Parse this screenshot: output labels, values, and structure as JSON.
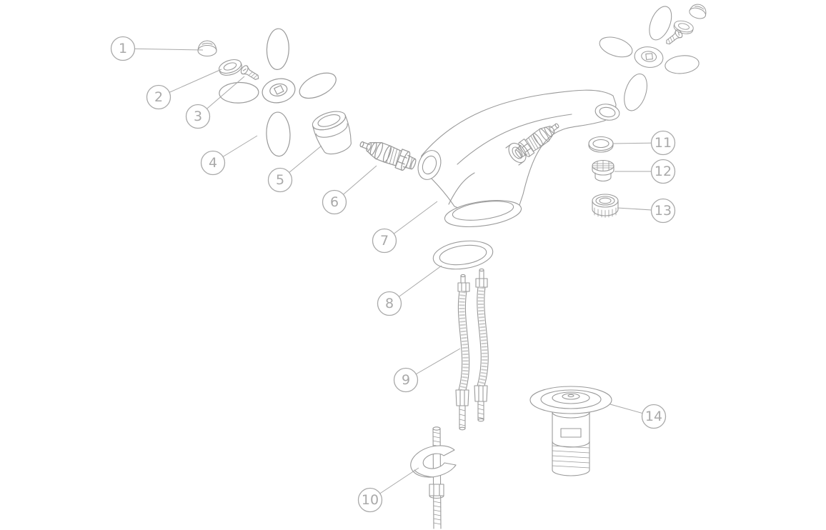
{
  "colors": {
    "line": "#9a9a9a",
    "callout": "#a9a9a9",
    "bg": "#ffffff"
  },
  "callouts": {
    "labels": [
      "1",
      "2",
      "3",
      "4",
      "5",
      "6",
      "7",
      "8",
      "9",
      "10",
      "11",
      "12",
      "13",
      "14"
    ]
  }
}
